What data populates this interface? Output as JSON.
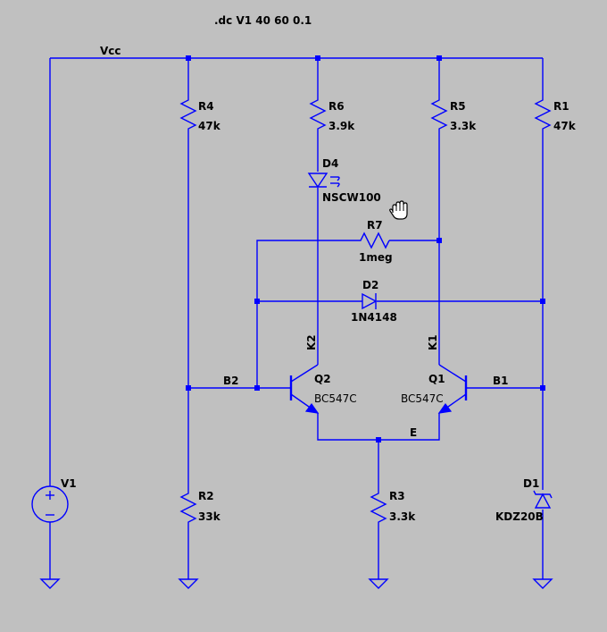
{
  "sim_directive": ".dc V1 40 60 0.1",
  "nets": {
    "vcc": "Vcc",
    "b2": "B2",
    "b1": "B1",
    "e": "E",
    "k2": "K2",
    "k1": "K1"
  },
  "components": {
    "R4": {
      "name": "R4",
      "value": "47k"
    },
    "R6": {
      "name": "R6",
      "value": "3.9k"
    },
    "R5": {
      "name": "R5",
      "value": "3.3k"
    },
    "R1": {
      "name": "R1",
      "value": "47k"
    },
    "D4": {
      "name": "D4",
      "value": "NSCW100"
    },
    "R7": {
      "name": "R7",
      "value": "1meg"
    },
    "D2": {
      "name": "D2",
      "value": "1N4148"
    },
    "Q2": {
      "name": "Q2",
      "value": "BC547C"
    },
    "Q1": {
      "name": "Q1",
      "value": "BC547C"
    },
    "V1": {
      "name": "V1"
    },
    "R2": {
      "name": "R2",
      "value": "33k"
    },
    "R3": {
      "name": "R3",
      "value": "3.3k"
    },
    "D1": {
      "name": "D1",
      "value": "KDZ20B"
    }
  },
  "colors": {
    "background": "#c0c0c0",
    "wire": "#0000ff",
    "text": "#000000"
  },
  "cursor": "hand-cursor-icon"
}
